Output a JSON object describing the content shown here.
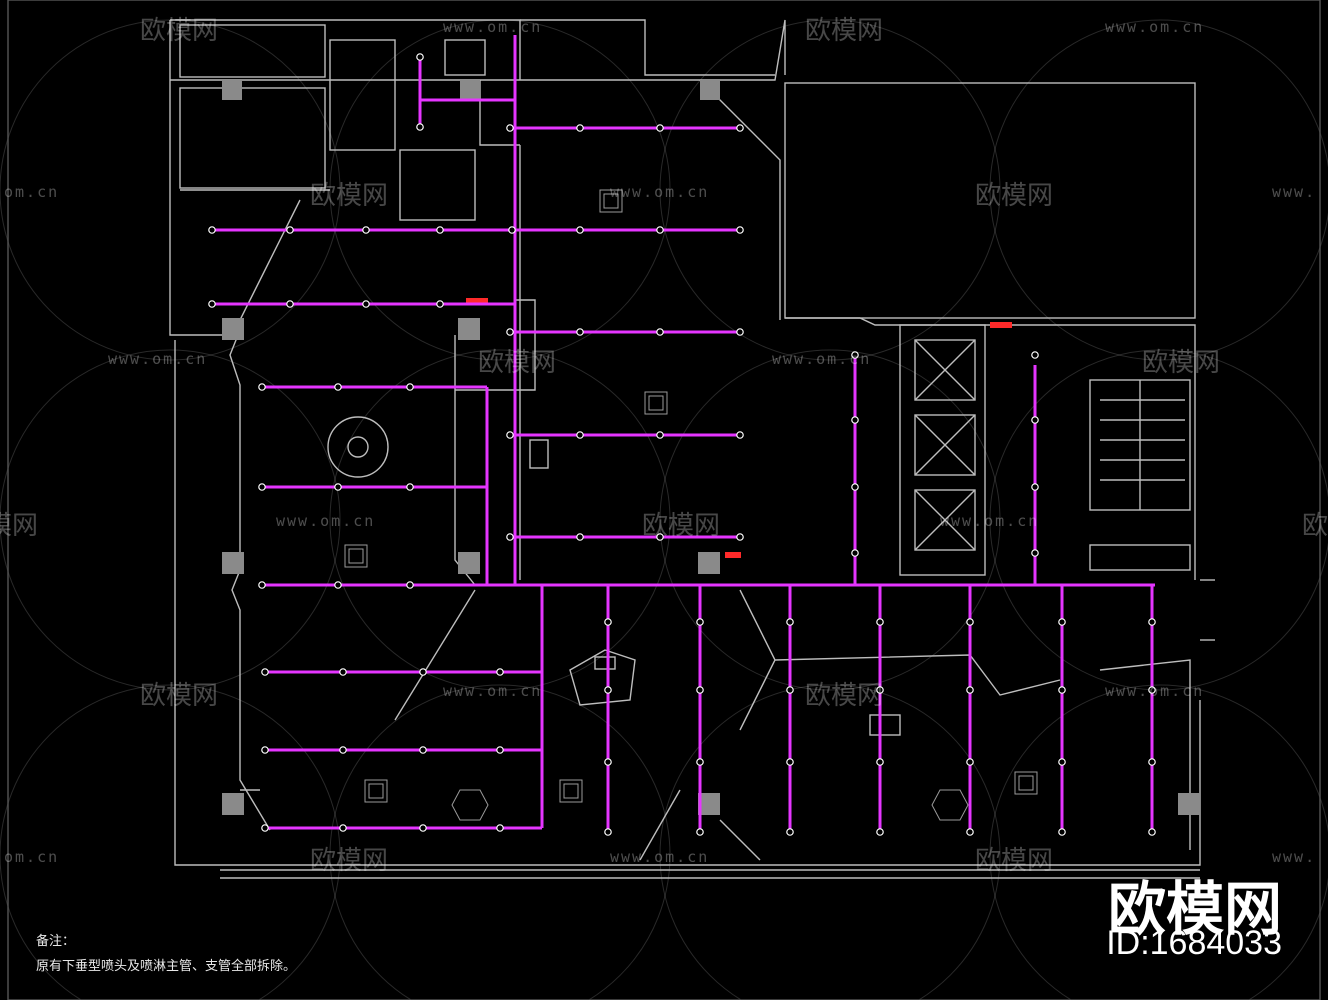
{
  "drawing": {
    "notes": {
      "title": "备注：",
      "line1": "原有下垂型喷头及喷淋主管、支管全部拆除。"
    }
  },
  "watermark": {
    "logo_text": "欧模网",
    "url_text": "www.om.cn",
    "url_partial_left": "om.cn",
    "url_partial_right": "www."
  },
  "branding": {
    "name": "欧模网",
    "id_label": "ID:1684033"
  },
  "colors": {
    "background": "#000000",
    "wall_lines": "#bdbdbd",
    "sprinkler_pipe": "#e535ff",
    "sprinkler_head": "#ffffff",
    "column_fill": "#8a8a8a",
    "highlight_red": "#ff2a2a"
  }
}
